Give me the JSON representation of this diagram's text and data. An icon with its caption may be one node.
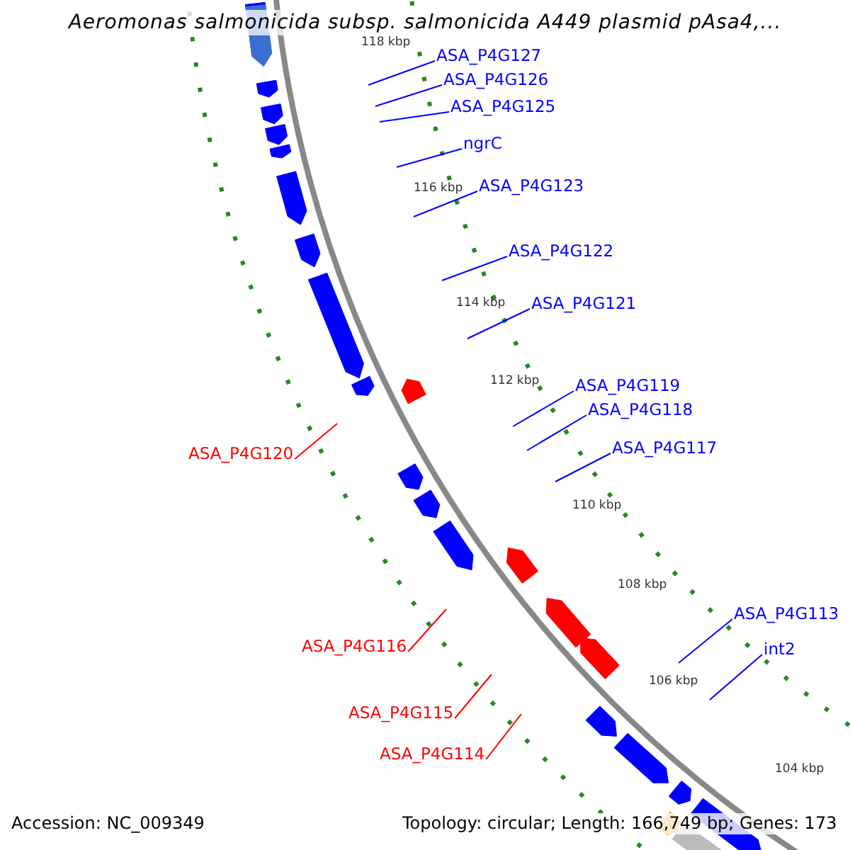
{
  "diagram": {
    "title": "Aeromonas salmonicida subsp. salmonicida A449 plasmid pAsa4,...",
    "nodes": [
      {
        "text": [
          "ASA_P4G127"
        ]
      },
      {
        "text": [
          "ASA_P4G126"
        ]
      },
      {
        "text": [
          "ASA_P4G125"
        ]
      },
      {
        "text": [
          "ngrC"
        ]
      },
      {
        "text": [
          "ASA_P4G123"
        ]
      },
      {
        "text": [
          "ASA_P4G122"
        ]
      },
      {
        "text": [
          "ASA_P4G121"
        ]
      },
      {
        "text": [
          "ASA_P4G119"
        ]
      },
      {
        "text": [
          "ASA_P4G118"
        ]
      },
      {
        "text": [
          "ASA_P4G117"
        ]
      },
      {
        "text": [
          "ASA_P4G120"
        ]
      },
      {
        "text": [
          "ASA_P4G113"
        ]
      },
      {
        "text": [
          "ASA_P4G116"
        ]
      },
      {
        "text": [
          "int2"
        ]
      },
      {
        "text": [
          "ASA_P4G115"
        ]
      },
      {
        "text": [
          "ASA_P4G114"
        ]
      }
    ],
    "edges": [
      {
        "from": 0,
        "to": null,
        "arrow": "none"
      },
      {
        "from": 1,
        "to": null,
        "arrow": "none"
      },
      {
        "from": 2,
        "to": null,
        "arrow": "none"
      },
      {
        "from": 3,
        "to": null,
        "arrow": "none"
      },
      {
        "from": 4,
        "to": null,
        "arrow": "none"
      },
      {
        "from": 5,
        "to": null,
        "arrow": "none"
      },
      {
        "from": 6,
        "to": null,
        "arrow": "none"
      },
      {
        "from": 7,
        "to": null,
        "arrow": "none"
      },
      {
        "from": 8,
        "to": null,
        "arrow": "none"
      },
      {
        "from": 9,
        "to": null,
        "arrow": "none"
      },
      {
        "from": 10,
        "to": null,
        "arrow": "none",
        "color": "#ff0000"
      },
      {
        "from": 11,
        "to": null,
        "arrow": "none"
      },
      {
        "from": 12,
        "to": null,
        "arrow": "none",
        "color": "#ff0000"
      },
      {
        "from": 13,
        "to": null,
        "arrow": "none"
      },
      {
        "from": 14,
        "to": null,
        "arrow": "none",
        "color": "#ff0000"
      },
      {
        "from": 15,
        "to": null,
        "arrow": "none",
        "color": "#ff0000"
      }
    ],
    "labels": [
      "118 kbp",
      "116 kbp",
      "114 kbp",
      "112 kbp",
      "110 kbp",
      "108 kbp",
      "106 kbp",
      "104 kbp",
      "Accession: NC_009349",
      "Topology: circular; Length: 166,749 bp; Genes: 173"
    ]
  }
}
